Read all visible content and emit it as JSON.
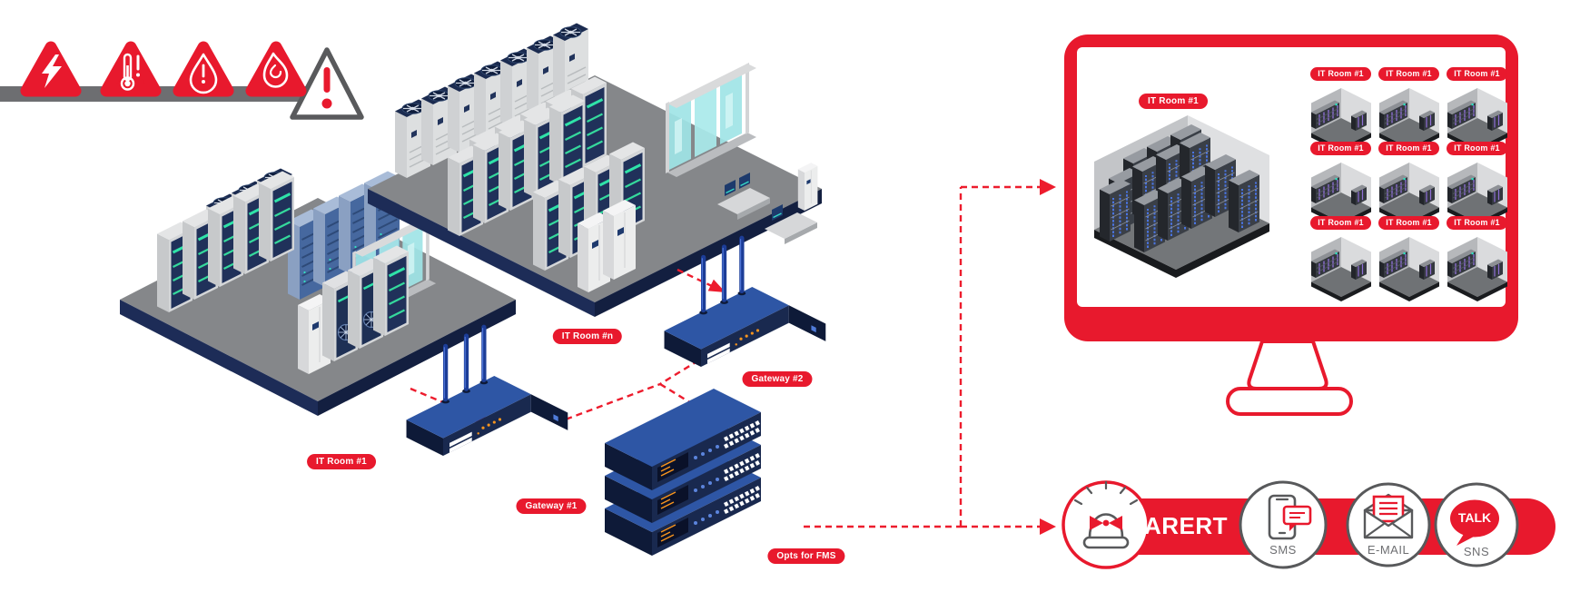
{
  "colors": {
    "red": "#e8192d",
    "navy": "#16254e",
    "device_blue": "#2e56a5",
    "gray_bar": "#6d6e71",
    "circle_border": "#58595b"
  },
  "hazard_strip": {
    "icons": [
      {
        "name": "electric-hazard-icon"
      },
      {
        "name": "temperature-hazard-icon"
      },
      {
        "name": "water-leak-hazard-icon"
      },
      {
        "name": "fire-hazard-icon"
      }
    ],
    "warning_icon": {
      "name": "warning-exclamation-icon"
    }
  },
  "labels": {
    "room1": "IT Room #1",
    "roomN": "IT Room #n",
    "gateway1": "Gateway #1",
    "gateway2": "Gateway #2",
    "fms": "Opts for FMS"
  },
  "monitor": {
    "main_room_label": "IT Room #1",
    "thumbnails": [
      {
        "label": "IT Room #1"
      },
      {
        "label": "IT Room #1"
      },
      {
        "label": "IT Room #1"
      },
      {
        "label": "IT Room #1"
      },
      {
        "label": "IT Room #1"
      },
      {
        "label": "IT Room #1"
      },
      {
        "label": "IT Room #1"
      },
      {
        "label": "IT Room #1"
      },
      {
        "label": "IT Room #1"
      }
    ]
  },
  "alert": {
    "title": "ARERT",
    "siren_icon": "siren-icon",
    "channels": [
      {
        "label": "SMS",
        "icon": "sms-phone-icon"
      },
      {
        "label": "E-MAIL",
        "icon": "email-envelope-icon"
      },
      {
        "label": "SNS",
        "icon": "talk-bubble-icon",
        "bubble_text": "TALK"
      }
    ]
  }
}
